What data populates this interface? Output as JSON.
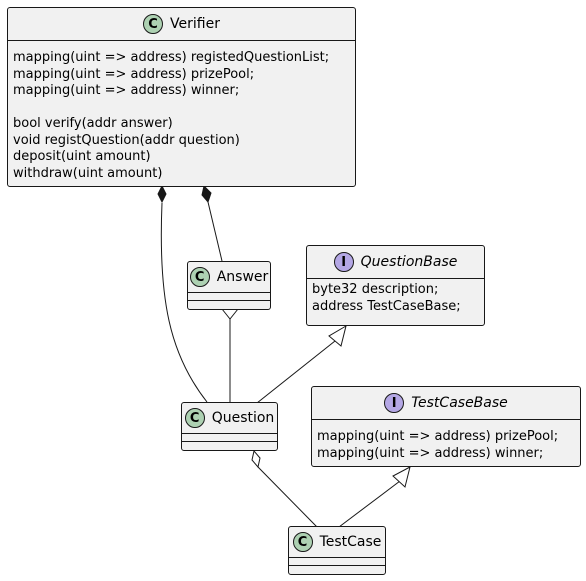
{
  "classes": {
    "verifier": {
      "kind": "C",
      "name": "Verifier",
      "fields": [
        "mapping(uint => address) registedQuestionList;",
        "mapping(uint => address) prizePool;",
        "mapping(uint => address) winner;"
      ],
      "methods": [
        "",
        "bool verify(addr answer)",
        "void registQuestion(addr question)",
        "deposit(uint amount)",
        "withdraw(uint amount)"
      ]
    },
    "answer": {
      "kind": "C",
      "name": "Answer"
    },
    "question_base": {
      "kind": "I",
      "name": "QuestionBase",
      "fields": [
        "byte32 description;",
        "address TestCaseBase;"
      ]
    },
    "question": {
      "kind": "C",
      "name": "Question"
    },
    "test_case_base": {
      "kind": "I",
      "name": "TestCaseBase",
      "fields": [
        "mapping(uint => address) prizePool;",
        "mapping(uint => address) winner;"
      ]
    },
    "test_case": {
      "kind": "C",
      "name": "TestCase"
    }
  },
  "colors": {
    "class_fill": "#f1f1f1",
    "border": "#181818",
    "class_badge": "#add1b2",
    "interface_badge": "#b4a7e5"
  }
}
